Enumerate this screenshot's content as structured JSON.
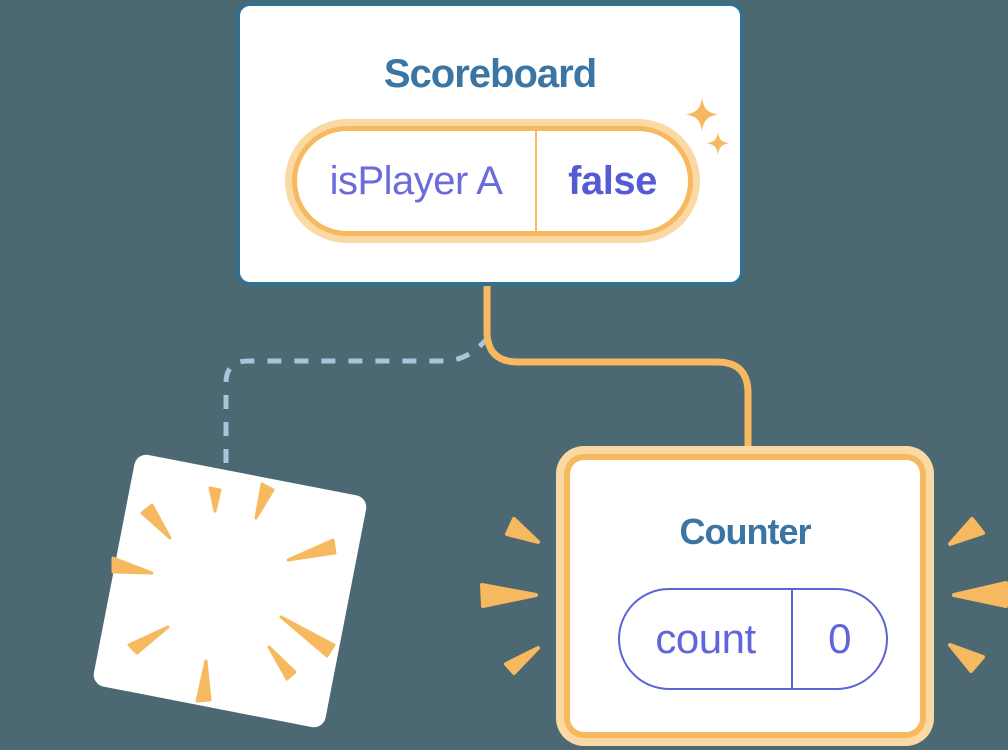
{
  "background_color": "#4c6872",
  "colors": {
    "card_background": "#ffffff",
    "scoreboard_border_blue": "#33708f",
    "component_title_blue": "#3a75a3",
    "highlight_orange": "#f7b95f",
    "highlight_orange_glow": "#fbd9a4",
    "state_label_purple": "#6b6bdc",
    "state_value_purple": "#555ad5",
    "counter_pill_purple": "#5d63d8",
    "dashed_line_blue": "#a9c4da"
  },
  "scoreboard": {
    "title": "Scoreboard",
    "state": {
      "label": "isPlayer A",
      "value": "false"
    }
  },
  "counter": {
    "title": "Counter",
    "state": {
      "label": "count",
      "value": "0"
    }
  },
  "icons": {
    "sparkles": "sparkle-icon",
    "poof": "poof-burst-icon",
    "emphasis": "emphasis-marks-icon"
  }
}
